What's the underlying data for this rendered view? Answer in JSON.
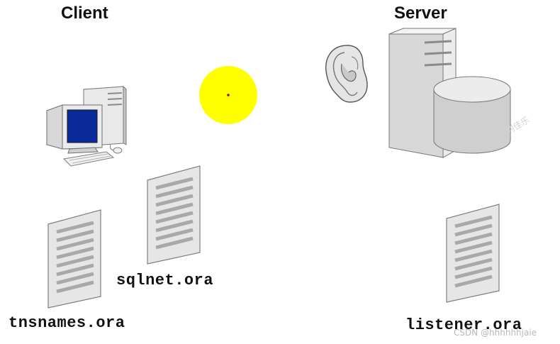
{
  "headings": {
    "client": "Client",
    "server": "Server"
  },
  "files": {
    "tnsnames": "tnsnames.ora",
    "sqlnet": "sqlnet.ora",
    "listener": "listener.ora"
  },
  "icons": {
    "client_computer": "desktop-computer-icon",
    "connection_dot": "yellow-circle-icon",
    "listener_ear": "ear-icon",
    "server_tower": "server-tower-icon",
    "database": "database-cylinder-icon",
    "document": "document-icon"
  },
  "colors": {
    "signal_yellow": "#ffff00",
    "monitor_screen": "#0a2a9a",
    "document_fill": "#e6e6e6",
    "document_lines": "#a9a9a9"
  },
  "watermark": {
    "text": "CSDN @hhhhhhjaie",
    "faint": "刘佳乐"
  }
}
